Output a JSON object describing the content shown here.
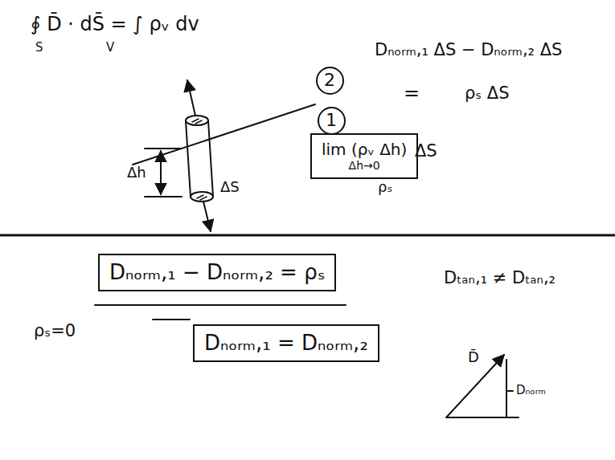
{
  "diagram": {
    "nodes": [
      {
        "text": [
          "2"
        ]
      },
      {
        "text": [
          "1"
        ]
      },
      {
        "text": [
          "lim (ρᵥ Δh)",
          "Δh→0"
        ]
      },
      {
        "text": [
          "Dₙₒᵣₘ,₁ − Dₙₒᵣₘ,₂ = ρₛ"
        ]
      },
      {
        "text": [
          "Dₙₒᵣₘ,₁ = Dₙₒᵣₘ,₂"
        ]
      }
    ],
    "edges": [],
    "labels": [
      "∮ D̄ · dS̄ = ∫ ρᵥ dv",
      "S",
      "V",
      "Δh",
      "ΔS",
      "Dₙₒᵣₘ,₁ ΔS − Dₙₒᵣₘ,₂ ΔS",
      "=",
      "ρₛ ΔS",
      "ΔS",
      "ρₛ",
      "Dₜₐₙ,₁ ≠ Dₜₐₙ,₂",
      "ρₛ=0",
      "D̄",
      "Dₙₒᵣₘ"
    ]
  }
}
